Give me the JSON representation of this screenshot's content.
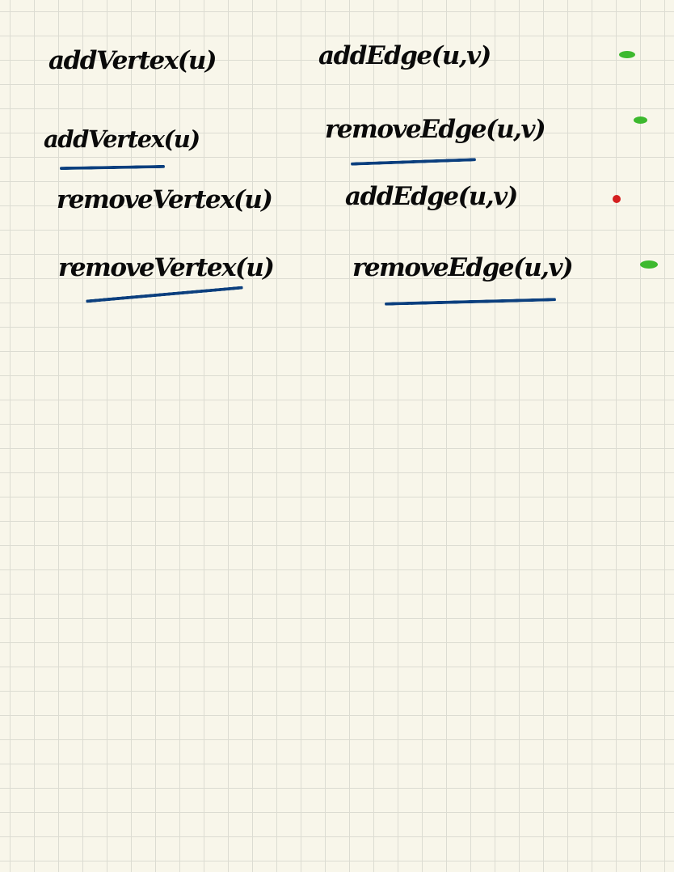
{
  "notes": {
    "rows": [
      {
        "left": "addVertex(u)",
        "right": "addEdge(u,v)",
        "mark": "green"
      },
      {
        "left": "addVertex(u)",
        "right": "removeEdge(u,v)",
        "mark": "green"
      },
      {
        "left": "removeVertex(u)",
        "right": "addEdge(u,v)",
        "mark": "red"
      },
      {
        "left": "removeVertex(u)",
        "right": "removeEdge(u,v)",
        "mark": "green"
      }
    ],
    "colors": {
      "ink": "#0a0a0a",
      "underline": "#0b3f7e",
      "green_mark": "#3db92e",
      "red_mark": "#d41f1f",
      "paper": "#f8f6ea",
      "grid": "#dcdcd2"
    }
  }
}
